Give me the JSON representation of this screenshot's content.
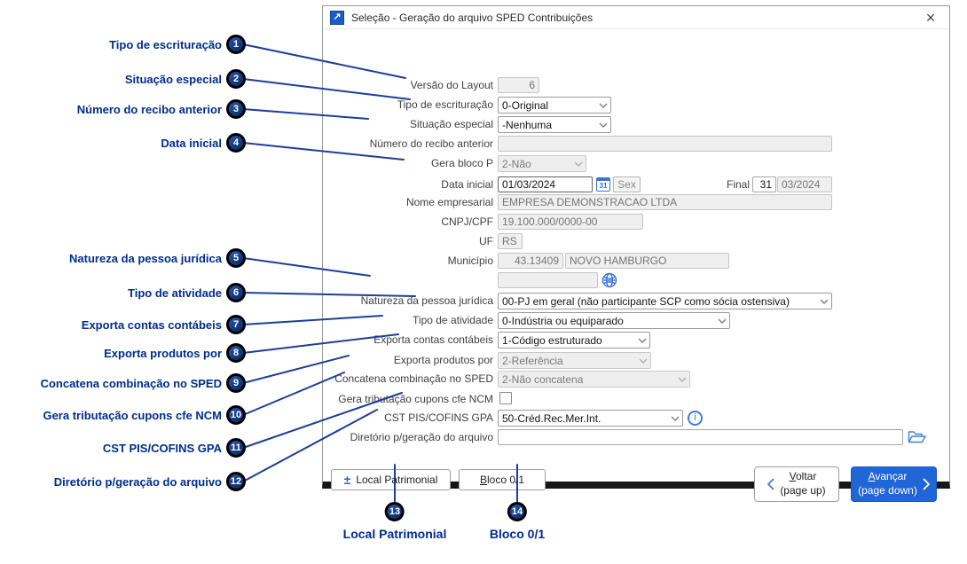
{
  "colors": {
    "accent_navy": "#002c8d",
    "button_blue": "#2166d6",
    "icon_blue": "#3c78d8",
    "line_navy": "#1c3e98"
  },
  "window": {
    "title": "Seleção - Geração do arquivo SPED Contribuições"
  },
  "icons": {
    "app_arrow": "↗",
    "close": "×",
    "calendar_day": "31",
    "plus": "±",
    "info": "i"
  },
  "form": {
    "versao_layout": {
      "label": "Versão do Layout",
      "value": "6"
    },
    "tipo_escrituracao": {
      "label": "Tipo de escrituração",
      "value": "0-Original"
    },
    "situacao_especial": {
      "label": "Situação especial",
      "value": "-Nenhuma"
    },
    "numero_recibo_anterior": {
      "label": "Número do recibo anterior",
      "value": ""
    },
    "gera_bloco_p": {
      "label": "Gera bloco P",
      "value": "2-Não"
    },
    "data_inicial": {
      "label": "Data inicial",
      "value": "01/03/2024",
      "weekday": "Sex",
      "final_label": "Final",
      "final_day": "31",
      "final_month": "03/2024"
    },
    "nome_empresarial": {
      "label": "Nome empresarial",
      "value": "EMPRESA DEMONSTRACAO LTDA"
    },
    "cnpj_cpf": {
      "label": "CNPJ/CPF",
      "value": "19.100.000/0000-00"
    },
    "uf": {
      "label": "UF",
      "value": "RS"
    },
    "municipio": {
      "label": "Município",
      "code": "43.13409",
      "name": "NOVO HAMBURGO",
      "extra": ""
    },
    "natureza_pessoa_juridica": {
      "label": "Natureza da pessoa jurídica",
      "value": "00-PJ em geral (não participante SCP como sócia ostensiva)"
    },
    "tipo_atividade": {
      "label": "Tipo de atividade",
      "value": "0-Indústria ou equiparado"
    },
    "exporta_contas_contabeis": {
      "label": "Exporta contas contábeis",
      "value": "1-Código estruturado"
    },
    "exporta_produtos_por": {
      "label": "Exporta produtos por",
      "value": "2-Referência"
    },
    "concatena_combinacao_sped": {
      "label": "Concatena combinação no SPED",
      "value": "2-Não concatena"
    },
    "gera_tributacao_cupons": {
      "label": "Gera tributação cupons cfe NCM",
      "checked": false
    },
    "cst_pis_cofins_gpa": {
      "label": "CST PIS/COFINS GPA",
      "value": "50-Créd.Rec.Mer.Int."
    },
    "diretorio_geracao": {
      "label": "Diretório p/geração do arquivo",
      "value": ""
    }
  },
  "buttons": {
    "local_patrimonial": {
      "label": "Local Patrimonial"
    },
    "bloco": {
      "mnemonic": "B",
      "rest": "loco 0/1"
    },
    "voltar": {
      "mnemonic": "V",
      "rest": "oltar",
      "sub": "(page up)"
    },
    "avancar": {
      "mnemonic": "A",
      "rest": "vançar",
      "sub": "(page down)"
    }
  },
  "callouts": {
    "left": [
      {
        "num": "1",
        "label": "Tipo de escrituração"
      },
      {
        "num": "2",
        "label": "Situação especial"
      },
      {
        "num": "3",
        "label": "Número do recibo anterior"
      },
      {
        "num": "4",
        "label": "Data inicial"
      },
      {
        "num": "5",
        "label": "Natureza da pessoa jurídica"
      },
      {
        "num": "6",
        "label": "Tipo de atividade"
      },
      {
        "num": "7",
        "label": "Exporta contas contábeis"
      },
      {
        "num": "8",
        "label": "Exporta produtos por"
      },
      {
        "num": "9",
        "label": "Concatena combinação no SPED"
      },
      {
        "num": "10",
        "label": "Gera tributação cupons cfe NCM"
      },
      {
        "num": "11",
        "label": "CST PIS/COFINS GPA"
      },
      {
        "num": "12",
        "label": "Diretório p/geração do arquivo"
      }
    ],
    "bottom": [
      {
        "num": "13",
        "label": "Local Patrimonial"
      },
      {
        "num": "14",
        "label": "Bloco 0/1"
      }
    ]
  }
}
